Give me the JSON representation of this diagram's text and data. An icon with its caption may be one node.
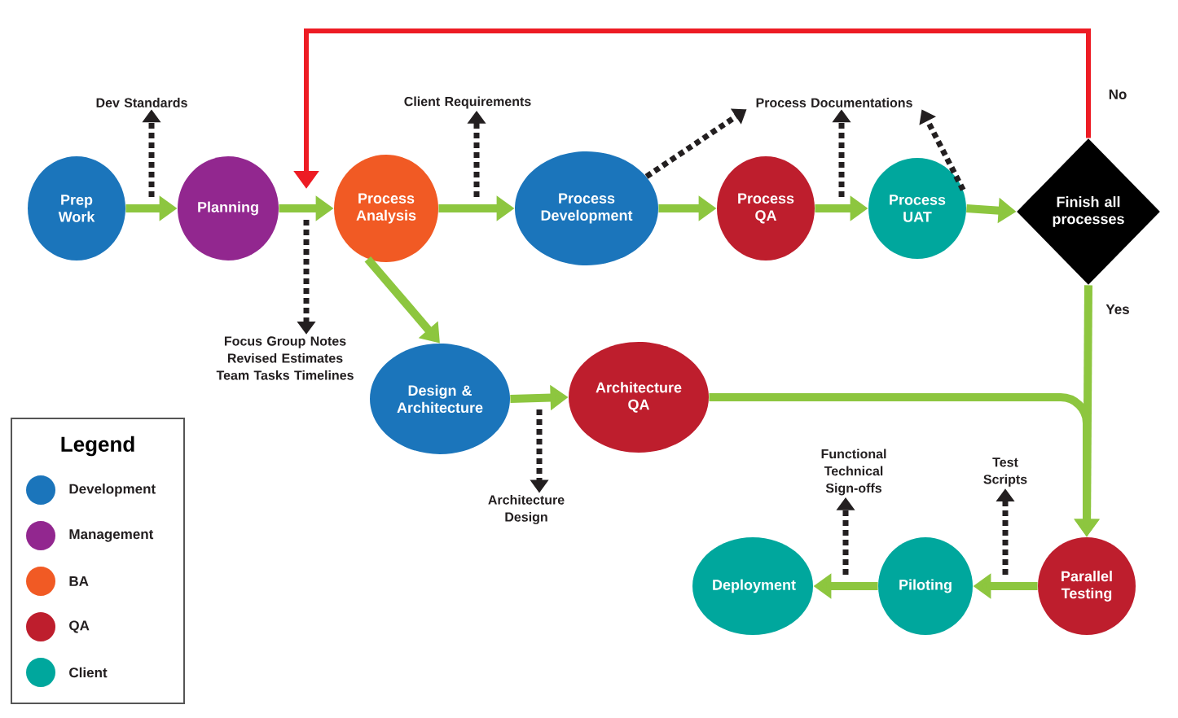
{
  "diagram": {
    "nodes": [
      {
        "text": [
          "Prep Work"
        ]
      },
      {
        "text": [
          "Planning"
        ]
      },
      {
        "text": [
          "Process Analysis"
        ]
      },
      {
        "text": [
          "Process Development"
        ]
      },
      {
        "text": [
          "Process QA"
        ]
      },
      {
        "text": [
          "Process UAT"
        ]
      },
      {
        "text": [
          "Finish all processes"
        ]
      },
      {
        "text": [
          "Design & Architecture"
        ]
      },
      {
        "text": [
          "Architecture QA"
        ]
      },
      {
        "text": [
          "Parallel Testing"
        ]
      },
      {
        "text": [
          "Piloting"
        ]
      },
      {
        "text": [
          "Deployment"
        ]
      },
      {
        "text": [
          "Dev Standards"
        ]
      },
      {
        "text": [
          "Client Requirements"
        ]
      },
      {
        "text": [
          "Process Documentations"
        ]
      },
      {
        "text": [
          "Focus Group Notes Revised Estimates Team Tasks Timelines"
        ]
      },
      {
        "text": [
          "Architecture Design"
        ]
      },
      {
        "text": [
          "Functional Technical Sign-offs"
        ]
      },
      {
        "text": [
          "Test Scripts"
        ]
      }
    ],
    "edges": [
      {
        "from": 0,
        "to": 1,
        "arrow": "to"
      },
      {
        "from": 1,
        "to": 2,
        "arrow": "to"
      },
      {
        "from": 2,
        "to": 3,
        "arrow": "to"
      },
      {
        "from": 3,
        "to": 4,
        "arrow": "to"
      },
      {
        "from": 4,
        "to": 5,
        "arrow": "to"
      },
      {
        "from": 5,
        "to": 6,
        "arrow": "to"
      },
      {
        "from": 6,
        "to": 2,
        "arrow": "to",
        "label": "No",
        "color": "#ed1c24"
      },
      {
        "from": 6,
        "to": 9,
        "arrow": "to",
        "label": "Yes"
      },
      {
        "from": 2,
        "to": 7,
        "arrow": "to"
      },
      {
        "from": 7,
        "to": 8,
        "arrow": "to"
      },
      {
        "from": 8,
        "to": 9,
        "arrow": "to"
      },
      {
        "from": 9,
        "to": 10,
        "arrow": "to"
      },
      {
        "from": 10,
        "to": 11,
        "arrow": "to"
      },
      {
        "from": 0,
        "to": 12,
        "arrow": "to",
        "style": "dashed",
        "color": "#231f20"
      },
      {
        "from": 1,
        "to": 15,
        "arrow": "to",
        "style": "dashed",
        "color": "#231f20"
      },
      {
        "from": 2,
        "to": 13,
        "arrow": "to",
        "style": "dashed",
        "color": "#231f20"
      },
      {
        "from": 3,
        "to": 14,
        "arrow": "to",
        "style": "dashed",
        "color": "#231f20"
      },
      {
        "from": 4,
        "to": 14,
        "arrow": "to",
        "style": "dashed",
        "color": "#231f20"
      },
      {
        "from": 5,
        "to": 14,
        "arrow": "to",
        "style": "dashed",
        "color": "#231f20"
      },
      {
        "from": 7,
        "to": 16,
        "arrow": "to",
        "style": "dashed",
        "color": "#231f20"
      },
      {
        "from": 10,
        "to": 17,
        "arrow": "to",
        "style": "dashed",
        "color": "#231f20"
      },
      {
        "from": 9,
        "to": 18,
        "arrow": "to",
        "style": "dashed",
        "color": "#231f20"
      }
    ],
    "labels": [
      "Legend"
    ],
    "legend": [
      {
        "text": "Development",
        "color": "#1b75bb"
      },
      {
        "text": "Management",
        "color": "#92278f"
      },
      {
        "text": "BA",
        "color": "#f15a24"
      },
      {
        "text": "QA",
        "color": "#be1e2d"
      },
      {
        "text": "Client",
        "color": "#00a79d"
      }
    ]
  }
}
